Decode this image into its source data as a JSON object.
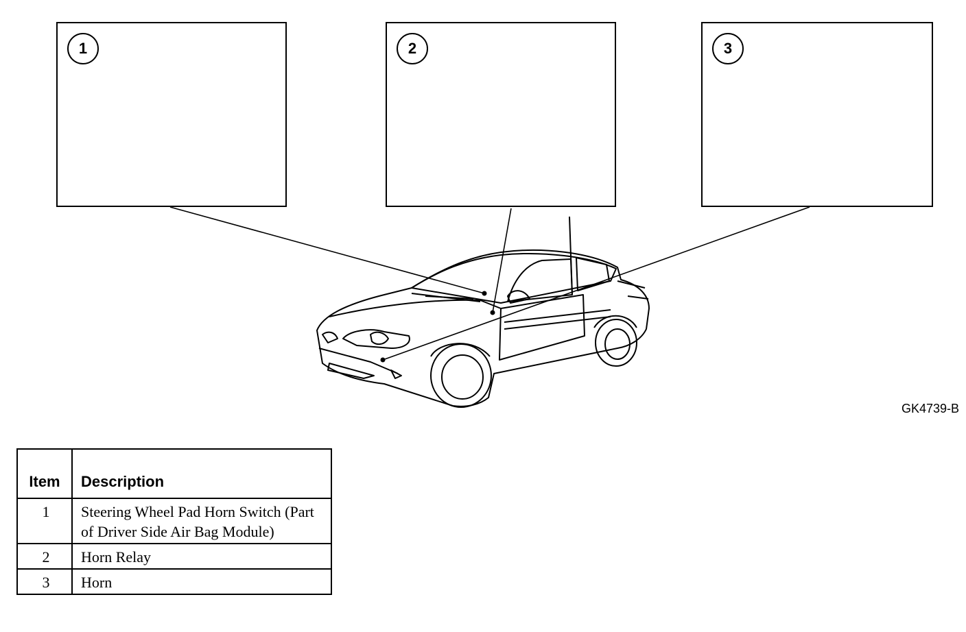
{
  "callouts": [
    {
      "number": "1"
    },
    {
      "number": "2"
    },
    {
      "number": "3"
    }
  ],
  "figure_code": "GK4739-B",
  "legend": {
    "headers": {
      "item": "Item",
      "description": "Description"
    },
    "rows": [
      {
        "item": "1",
        "description": "Steering Wheel Pad Horn Switch (Part of Driver Side Air Bag Module)"
      },
      {
        "item": "2",
        "description": "Horn Relay"
      },
      {
        "item": "3",
        "description": "Horn"
      }
    ]
  }
}
